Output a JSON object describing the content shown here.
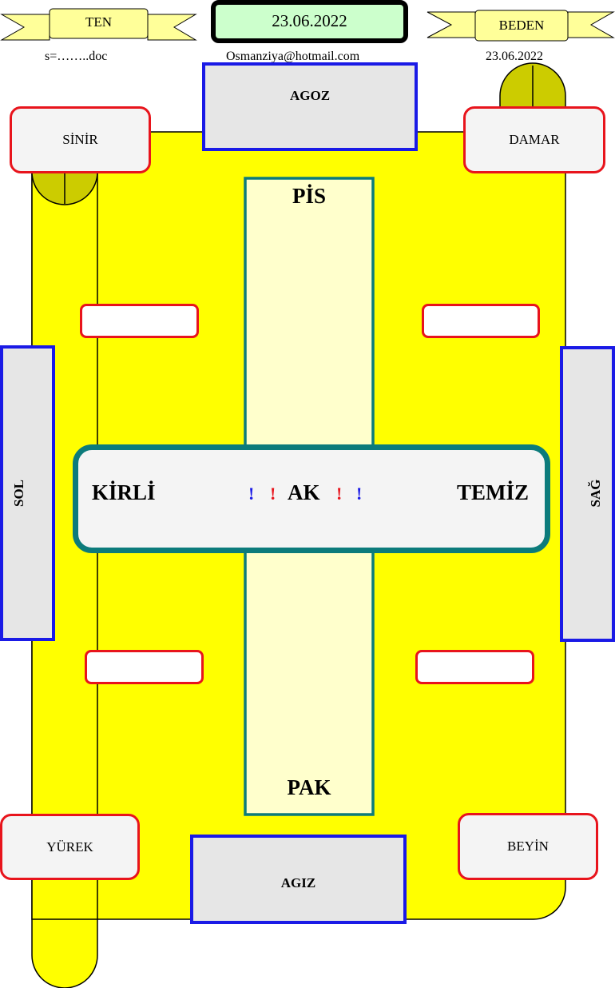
{
  "header": {
    "left_ribbon": "TEN",
    "right_ribbon": "BEDEN",
    "date_box": "23.06.2022",
    "left_note": "s=……..doc",
    "email": "Osmanziya@hotmail.com",
    "right_date": "23.06.2022"
  },
  "corners": {
    "top_left": "SİNİR",
    "top_right": "DAMAR",
    "bottom_left": "YÜREK",
    "bottom_right": "BEYİN"
  },
  "edges": {
    "top": "AGOZ",
    "bottom": "AGIZ",
    "left": "SOL",
    "right": "SAĞ"
  },
  "vertical_bar": {
    "top": "PİS",
    "bottom": "PAK"
  },
  "center": {
    "left": "KİRLİ",
    "middle": "AK",
    "right": "TEMİZ",
    "mark": "!"
  },
  "colors": {
    "yellow": "#ffff00",
    "olive": "#cccc00",
    "red_border": "#e8141c",
    "blue_border": "#1a1ae6",
    "teal_border": "#0c7b7b",
    "bar_fill": "#ffffcc",
    "date_fill": "#ccffcc",
    "ribbon_fill": "#ffff99"
  }
}
